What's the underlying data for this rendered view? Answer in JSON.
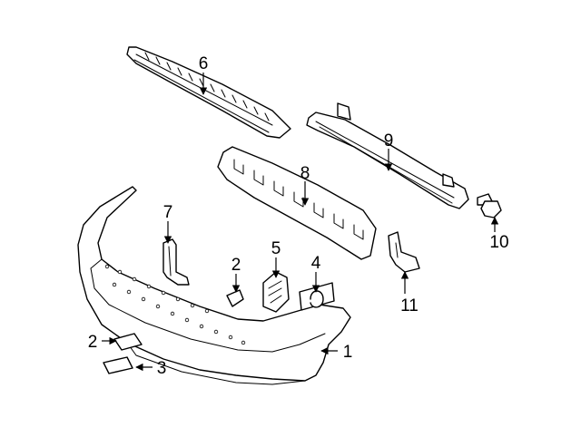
{
  "callouts": {
    "c1": "1",
    "c2a": "2",
    "c2b": "2",
    "c3": "3",
    "c4": "4",
    "c5": "5",
    "c6": "6",
    "c7": "7",
    "c8": "8",
    "c9": "9",
    "c10": "10",
    "c11": "11"
  },
  "colors": {
    "line": "#000000",
    "background": "#ffffff"
  }
}
